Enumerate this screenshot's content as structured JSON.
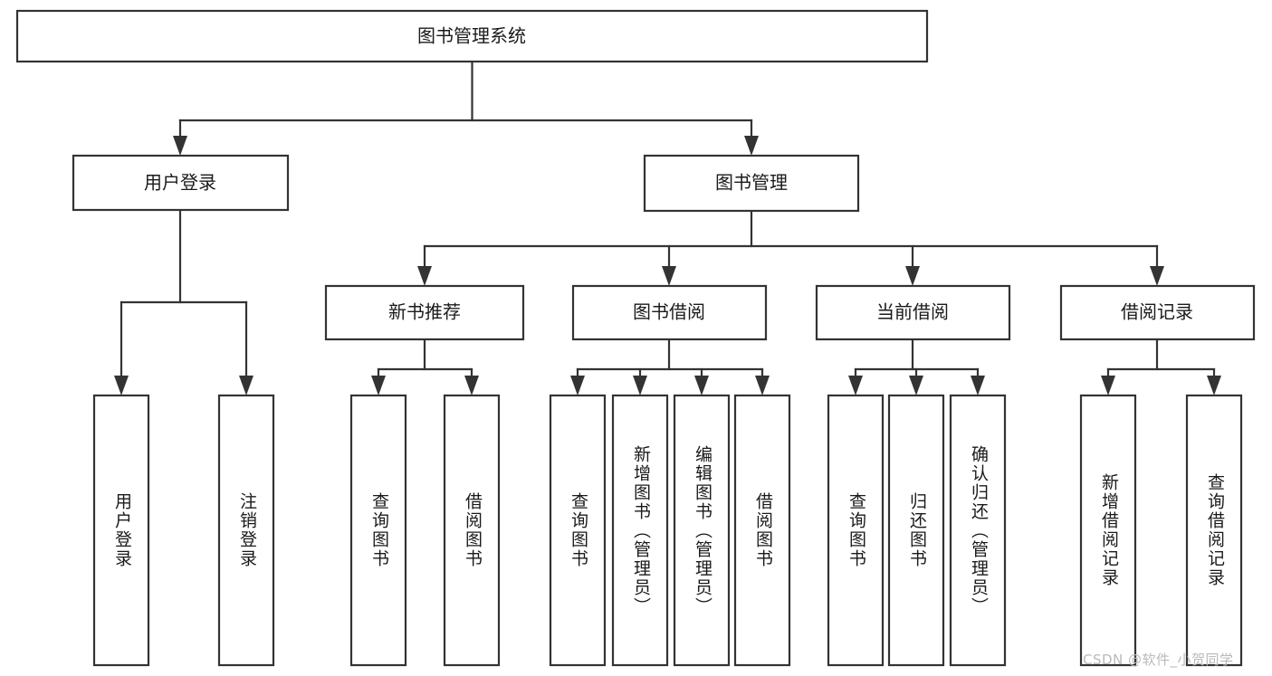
{
  "diagram": {
    "title": "图书管理系统",
    "type": "hierarchy-tree",
    "root": {
      "id": "root",
      "label": "图书管理系统"
    },
    "level2": [
      {
        "id": "user-login",
        "label": "用户登录"
      },
      {
        "id": "book-manage",
        "label": "图书管理"
      }
    ],
    "level3": [
      {
        "id": "new-book-recommend",
        "label": "新书推荐"
      },
      {
        "id": "book-borrow",
        "label": "图书借阅"
      },
      {
        "id": "current-borrow",
        "label": "当前借阅"
      },
      {
        "id": "borrow-record",
        "label": "借阅记录"
      }
    ],
    "leaves": [
      {
        "id": "leaf-user-login",
        "label": "用户登录",
        "parent": "user-login"
      },
      {
        "id": "leaf-logout-login",
        "label": "注销登录",
        "parent": "user-login"
      },
      {
        "id": "leaf-query-book-1",
        "label": "查询图书",
        "parent": "new-book-recommend"
      },
      {
        "id": "leaf-borrow-book-1",
        "label": "借阅图书",
        "parent": "new-book-recommend"
      },
      {
        "id": "leaf-query-book-2",
        "label": "查询图书",
        "parent": "book-borrow"
      },
      {
        "id": "leaf-add-book",
        "label": "新增图书（管理员）",
        "parent": "book-borrow"
      },
      {
        "id": "leaf-edit-book",
        "label": "编辑图书（管理员）",
        "parent": "book-borrow"
      },
      {
        "id": "leaf-borrow-book-2",
        "label": "借阅图书",
        "parent": "book-borrow"
      },
      {
        "id": "leaf-query-book-3",
        "label": "查询图书",
        "parent": "current-borrow"
      },
      {
        "id": "leaf-return-book",
        "label": "归还图书",
        "parent": "current-borrow"
      },
      {
        "id": "leaf-confirm-return",
        "label": "确认归还（管理员）",
        "parent": "current-borrow"
      },
      {
        "id": "leaf-add-record",
        "label": "新增借阅记录",
        "parent": "borrow-record"
      },
      {
        "id": "leaf-query-record",
        "label": "查询借阅记录",
        "parent": "borrow-record"
      }
    ],
    "colors": {
      "stroke": "#333333",
      "fill": "#ffffff",
      "text": "#1a1a1a",
      "watermark": "#b9b9b9",
      "background": "#ffffff"
    }
  },
  "watermark": {
    "text": "CSDN @软件_小贺同学"
  }
}
